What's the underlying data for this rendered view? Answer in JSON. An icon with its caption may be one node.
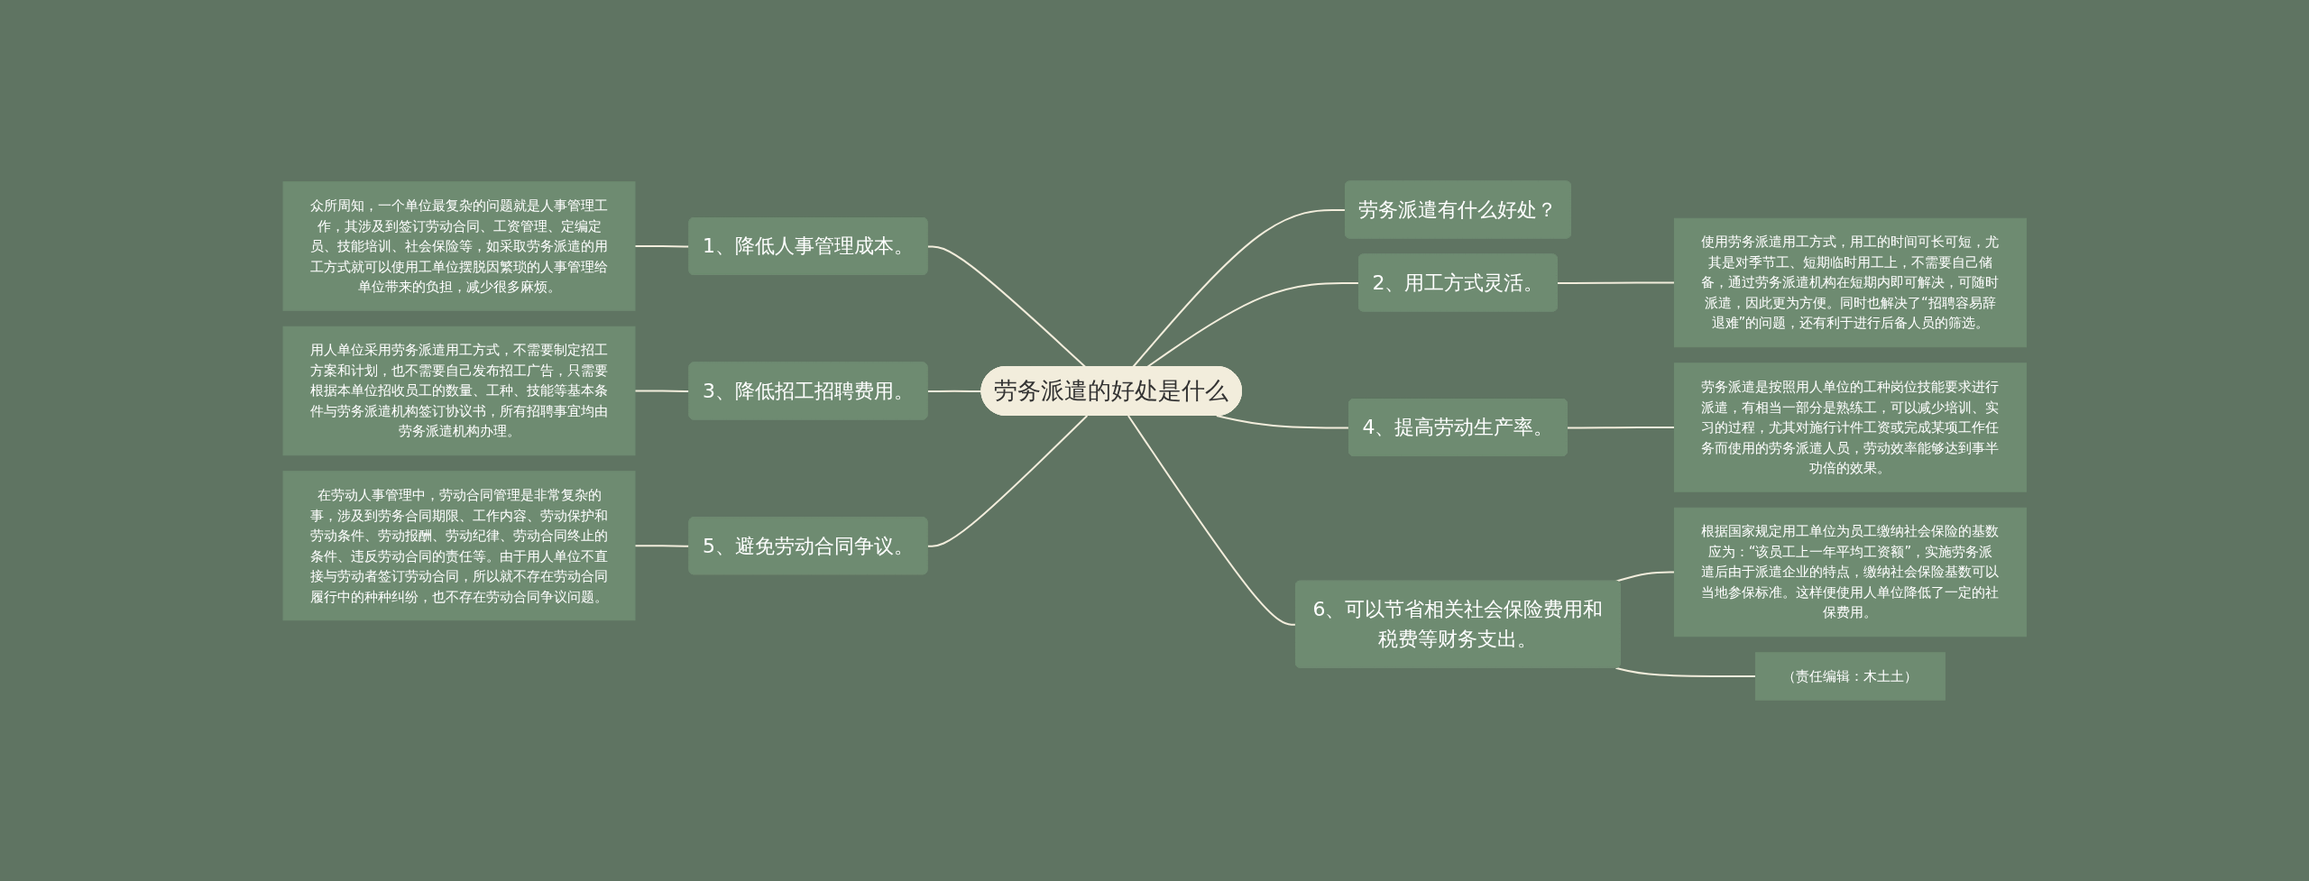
{
  "diagram": {
    "nodes": [
      {
        "text": [
          "劳务派遣的好处是什么"
        ]
      },
      {
        "text": [
          "劳务派遣有什么好处？"
        ]
      },
      {
        "text": [
          "1、降低人事管理成本。"
        ]
      },
      {
        "text": [
          "众所周知，一个单位最复杂的问题就是人事管理工作，其涉及到签订劳动合同、工资管理、定编定员、技能培训、社会保险等，如采取劳务派遣的用工方式就可以使用工单位摆脱因繁琐的人事管理给单位带来的负担，减少很多麻烦。"
        ]
      },
      {
        "text": [
          "2、用工方式灵活。"
        ]
      },
      {
        "text": [
          "使用劳务派遣用工方式，用工的时间可长可短，尤其是对季节工、短期临时用工上，不需要自己储备，通过劳务派遣机构在短期内即可解决，可随时派遣，因此更为方便。同时也解决了“招聘容易辞退难”的问题，还有利于进行后备人员的筛选。"
        ]
      },
      {
        "text": [
          "3、降低招工招聘费用。"
        ]
      },
      {
        "text": [
          "用人单位采用劳务派遣用工方式，不需要制定招工方案和计划，也不需要自己发布招工广告，只需要根据本单位招收员工的数量、工种、技能等基本条件与劳务派遣机构签订协议书，所有招聘事宜均由劳务派遣机构办理。"
        ]
      },
      {
        "text": [
          "4、提高劳动生产率。"
        ]
      },
      {
        "text": [
          "劳务派遣是按照用人单位的工种岗位技能要求进行派遣，有相当一部分是熟练工，可以减少培训、实习的过程，尤其对施行计件工资或完成某项工作任务而使用的劳务派遣人员，劳动效率能够达到事半功倍的效果。"
        ]
      },
      {
        "text": [
          "5、避免劳动合同争议。"
        ]
      },
      {
        "text": [
          "在劳动人事管理中，劳动合同管理是非常复杂的事，涉及到劳务合同期限、工作内容、劳动保护和劳动条件、劳动报酬、劳动纪律、劳动合同终止的条件、违反劳动合同的责任等。由于用人单位不直接与劳动者签订劳动合同，所以就不存在劳动合同履行中的种种纠纷，也不存在劳动合同争议问题。"
        ]
      },
      {
        "text": [
          "6、可以节省相关社会保险费用和税费等财务支出。"
        ]
      },
      {
        "text": [
          "根据国家规定用工单位为员工缴纳社会保险的基数应为：“该员工上一年平均工资额”，实施劳务派遣后由于派遣企业的特点，缴纳社会保险基数可以当地参保标准。这样便使用人单位降低了一定的社保费用。"
        ]
      },
      {
        "text": [
          "（责任编辑：木土土）"
        ]
      }
    ],
    "edges": [
      {
        "from": 0,
        "to": 1,
        "arrow": "none"
      },
      {
        "from": 0,
        "to": 2,
        "arrow": "none"
      },
      {
        "from": 2,
        "to": 3,
        "arrow": "none"
      },
      {
        "from": 0,
        "to": 4,
        "arrow": "none"
      },
      {
        "from": 4,
        "to": 5,
        "arrow": "none"
      },
      {
        "from": 0,
        "to": 6,
        "arrow": "none"
      },
      {
        "from": 6,
        "to": 7,
        "arrow": "none"
      },
      {
        "from": 0,
        "to": 8,
        "arrow": "none"
      },
      {
        "from": 8,
        "to": 9,
        "arrow": "none"
      },
      {
        "from": 0,
        "to": 10,
        "arrow": "none"
      },
      {
        "from": 10,
        "to": 11,
        "arrow": "none"
      },
      {
        "from": 0,
        "to": 12,
        "arrow": "none"
      },
      {
        "from": 12,
        "to": 13,
        "arrow": "none"
      },
      {
        "from": 12,
        "to": 14,
        "arrow": "none"
      }
    ]
  }
}
